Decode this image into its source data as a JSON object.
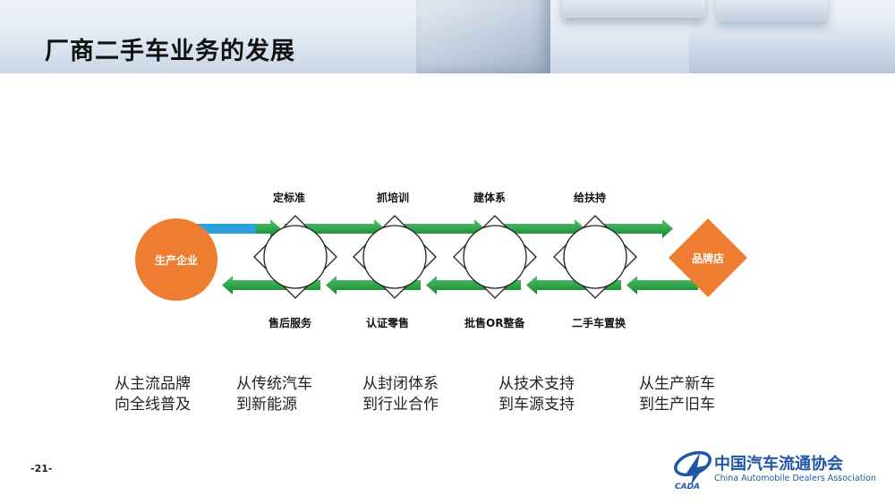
{
  "page_title": "厂商二手车业务的发展",
  "steps_top": [
    "定标准",
    "抓培训",
    "建体系",
    "给扶持"
  ],
  "steps_bottom": [
    "售后服务",
    "认证零售",
    "批售OR整备",
    "二手车置换"
  ],
  "start_node": "生产企业",
  "end_node": "品牌店",
  "stages": [
    {
      "line1": "从主流品牌",
      "line2": "向全线普及"
    },
    {
      "line1": "从传统汽车",
      "line2": "到新能源"
    },
    {
      "line1": "从封闭体系",
      "line2": "到行业合作"
    },
    {
      "line1": "从技术支持",
      "line2": "到车源支持"
    },
    {
      "line1": "从生产新车",
      "line2": "到生产旧车"
    }
  ],
  "page_number": "-21-",
  "logo": {
    "cn": "中国汽车流通协会",
    "en": "China Automobile Dealers Association",
    "mark": "CADA"
  },
  "colors": {
    "orange": "#ee7d31",
    "green": "#1fa13c",
    "blue": "#2aa2dc",
    "logo_blue": "#1f56a5"
  }
}
